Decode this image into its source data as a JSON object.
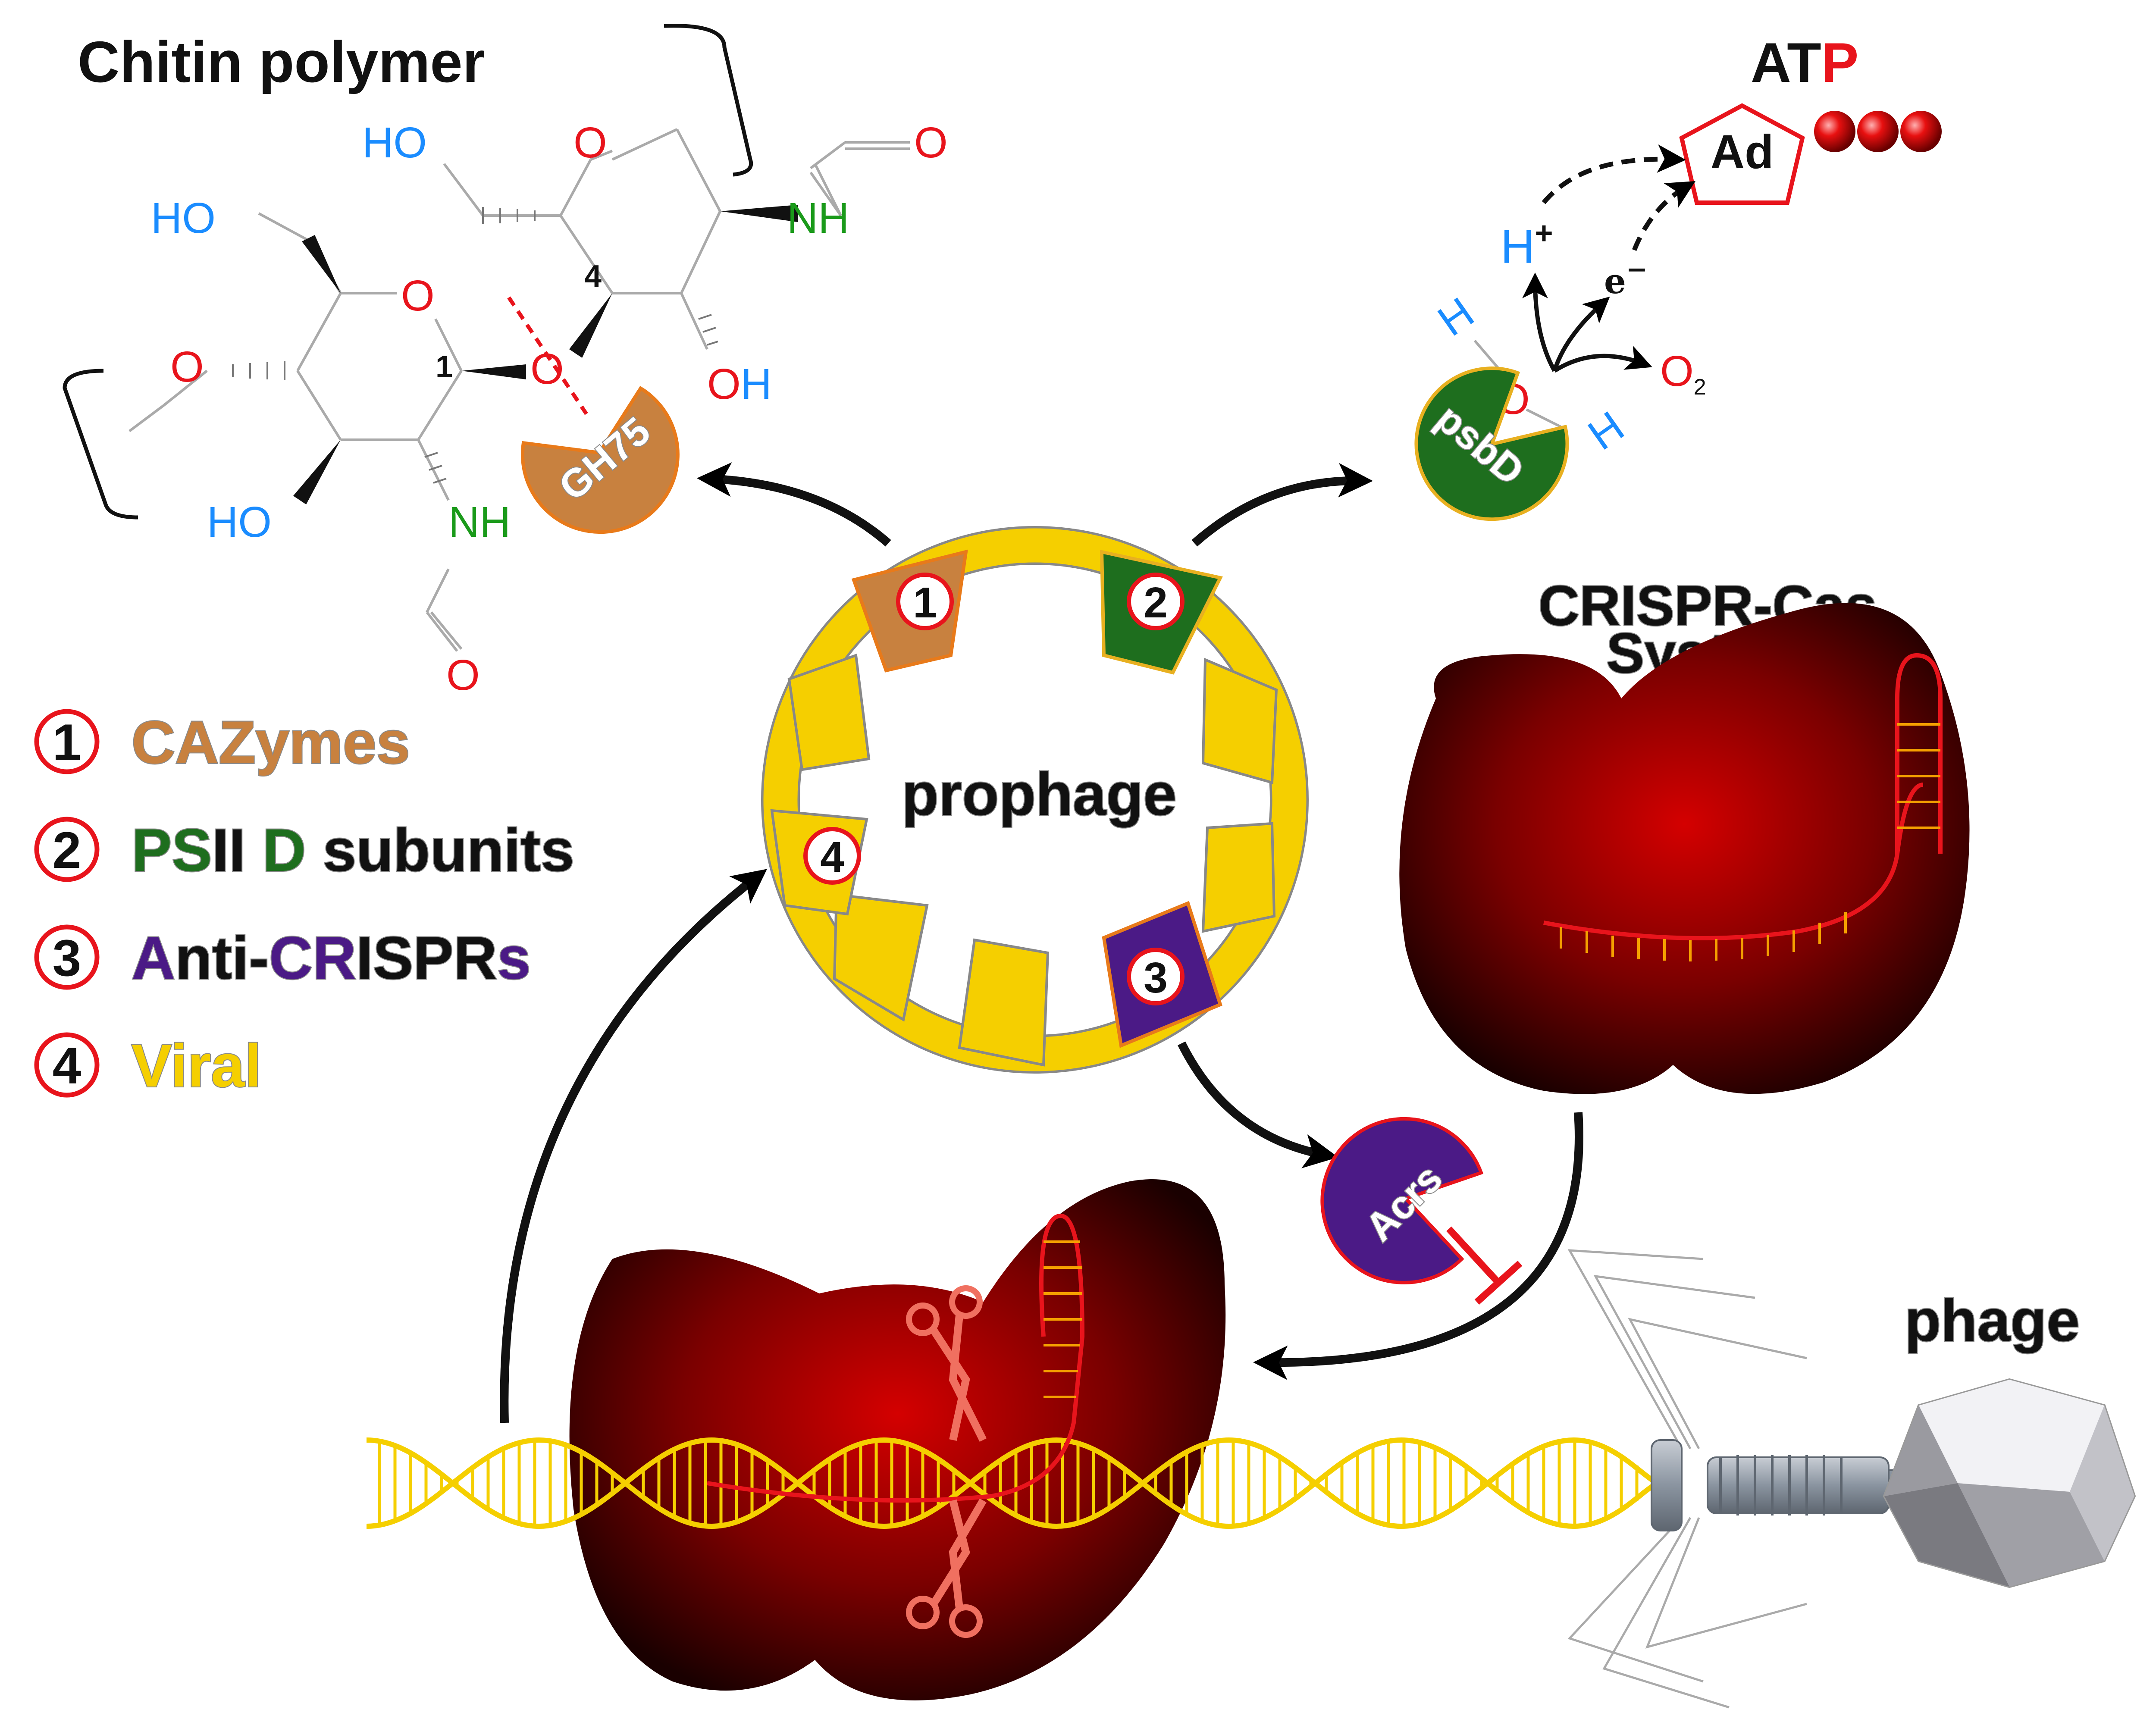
{
  "chitin": {
    "title": "Chitin polymer",
    "atoms": {
      "ho_top": "HO",
      "o_ring2": "O",
      "o_carbonyl2": "O",
      "nh_right": "NH",
      "ho_left": "HO",
      "o_ring1": "O",
      "num4": "4",
      "num1": "1",
      "o_bridge_left": "O",
      "o_glyco": "O",
      "oh_right": "OH",
      "ho_bottom": "HO",
      "nh_bottom": "NH",
      "o_carbonyl1": "O"
    },
    "enzyme": "GH75"
  },
  "photosystem": {
    "atp_at": "AT",
    "atp_p": "P",
    "adenine": "Ad",
    "h_plus": "H",
    "plus": "+",
    "e_minus": "e",
    "minus": "−",
    "water_h1": "H",
    "water_o": "O",
    "water_h2": "H",
    "o2": "O",
    "o2_sub": "2",
    "enzyme": "psbD"
  },
  "prophage": {
    "label": "prophage",
    "genes": [
      "1",
      "2",
      "3",
      "4"
    ]
  },
  "legend": {
    "items": [
      {
        "num": "1",
        "parts": [
          {
            "text": "CAZymes",
            "color": "#c8813f"
          }
        ]
      },
      {
        "num": "2",
        "parts": [
          {
            "text": "PS",
            "color": "#1e6e1e"
          },
          {
            "text": "II ",
            "color": "#111111"
          },
          {
            "text": "D",
            "color": "#1e6e1e"
          },
          {
            "text": " subunits",
            "color": "#111111"
          }
        ]
      },
      {
        "num": "3",
        "parts": [
          {
            "text": "A",
            "color": "#4b1a86"
          },
          {
            "text": "nti-",
            "color": "#111111"
          },
          {
            "text": "CR",
            "color": "#4b1a86"
          },
          {
            "text": "ISPR",
            "color": "#111111"
          },
          {
            "text": "s",
            "color": "#4b1a86"
          }
        ]
      },
      {
        "num": "4",
        "parts": [
          {
            "text": "Viral",
            "color": "#f5cf00"
          }
        ]
      }
    ]
  },
  "crispr": {
    "title_line1": "CRISPR-Cas",
    "title_line2": "System"
  },
  "acrs": {
    "label": "Acrs"
  },
  "phage": {
    "label": "phage"
  },
  "colors": {
    "cazyme": "#c8813f",
    "psii": "#1e6e1e",
    "acr": "#4b1a86",
    "viral": "#f5cf00",
    "ring_red": "#e8141c",
    "cas_dark": "#1a0000",
    "cas_red": "#d40000",
    "atom_blue": "#1a8cff",
    "atom_red": "#e8141c",
    "atom_green": "#1a9a1a"
  }
}
